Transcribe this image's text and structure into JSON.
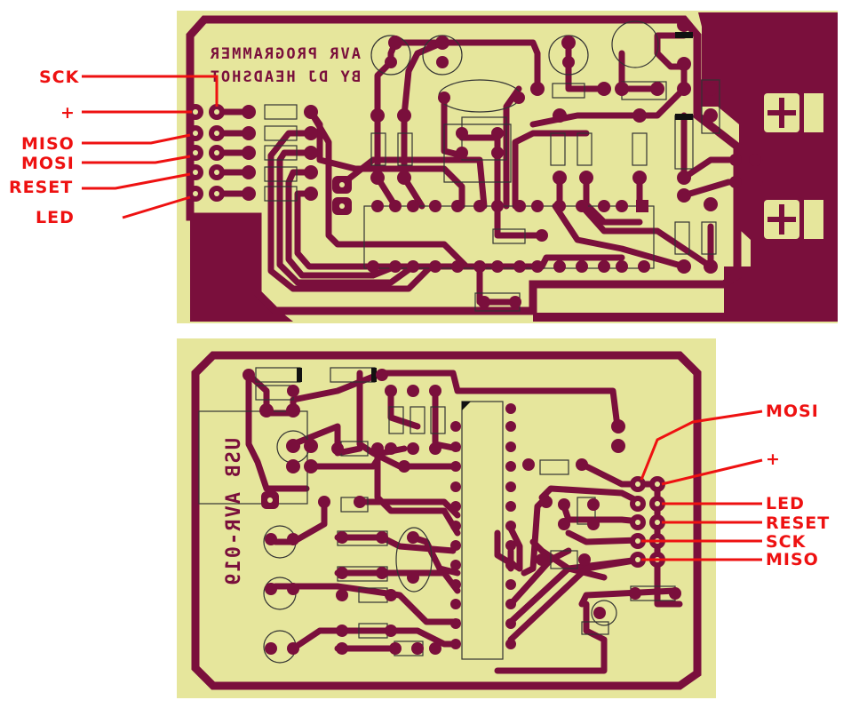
{
  "colors": {
    "board": "#e6e69c",
    "copper": "#7a0f3c",
    "annotation": "#ee1111",
    "outline": "#333333"
  },
  "board_top": {
    "silkscreen": [
      "AVR PROGRAMMER",
      "BY DJ HEADSHOT"
    ],
    "connector_labels": [
      "SCK",
      "+",
      "MISO",
      "MOSI",
      "RESET",
      "LED"
    ]
  },
  "board_bottom": {
    "silkscreen": "USB AVR-019",
    "connector_labels": [
      "MOSI",
      "+",
      "LED",
      "RESET",
      "SCK",
      "MISO"
    ]
  }
}
